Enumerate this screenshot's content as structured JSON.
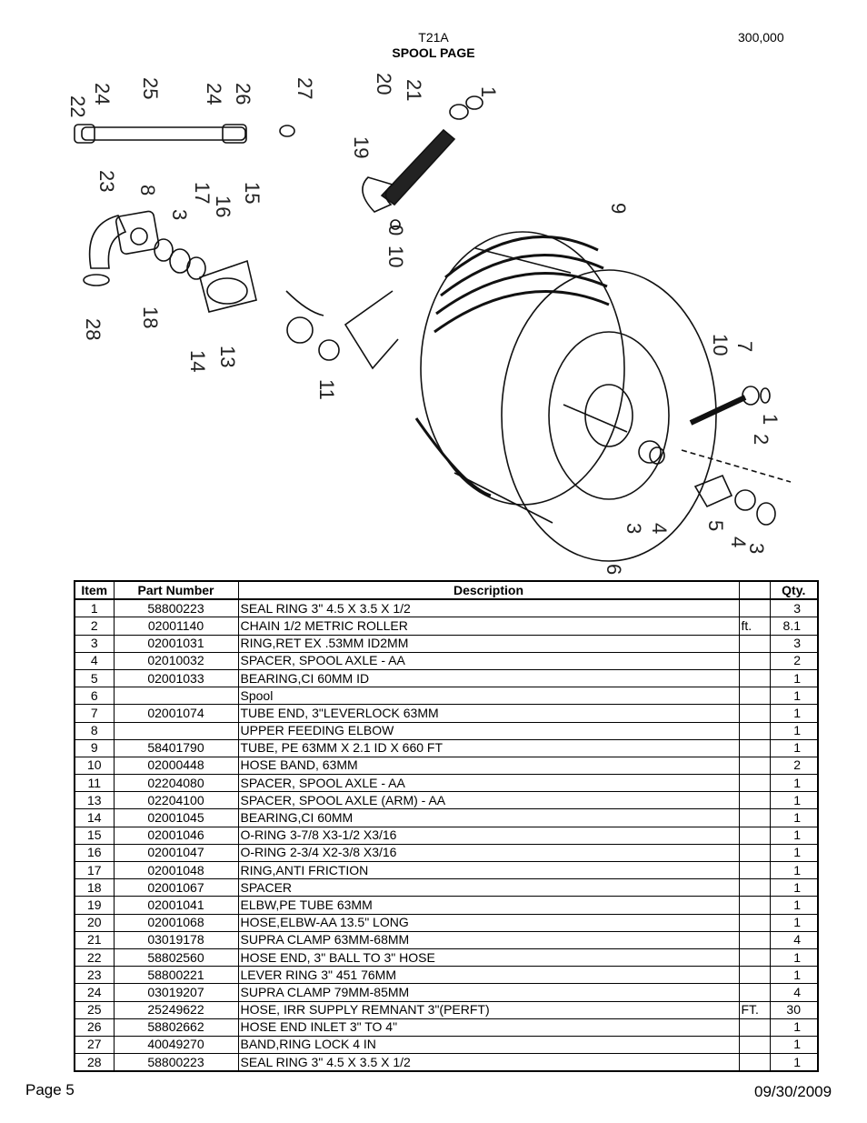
{
  "header": {
    "model": "T21A",
    "title": "SPOOL PAGE",
    "number": "300,000"
  },
  "diagram": {
    "callouts": [
      "1",
      "2",
      "3",
      "4",
      "5",
      "6",
      "7",
      "8",
      "9",
      "10",
      "11",
      "13",
      "14",
      "15",
      "16",
      "17",
      "18",
      "19",
      "20",
      "21",
      "22",
      "23",
      "24",
      "25",
      "26",
      "27",
      "28",
      "0",
      "10",
      "1",
      "2",
      "4",
      "3",
      "3",
      "4",
      "24"
    ]
  },
  "table": {
    "headers": {
      "item": "Item",
      "part": "Part Number",
      "desc": "Description",
      "unit": "",
      "qty": "Qty."
    },
    "rows": [
      {
        "item": "1",
        "part": "58800223",
        "desc": "SEAL RING 3\"  4.5 X 3.5 X 1/2",
        "unit": "",
        "qty": "3"
      },
      {
        "item": "2",
        "part": "02001140",
        "desc": "CHAIN 1/2 METRIC ROLLER",
        "unit": "ft.",
        "qty": "8.1"
      },
      {
        "item": "3",
        "part": "02001031",
        "desc": "RING,RET EX .53MM ID2MM",
        "unit": "",
        "qty": "3"
      },
      {
        "item": "4",
        "part": "02010032",
        "desc": "SPACER, SPOOL AXLE - AA",
        "unit": "",
        "qty": "2"
      },
      {
        "item": "5",
        "part": "02001033",
        "desc": "BEARING,CI 60MM ID",
        "unit": "",
        "qty": "1"
      },
      {
        "item": "6",
        "part": "",
        "desc": "Spool",
        "unit": "",
        "qty": "1"
      },
      {
        "item": "7",
        "part": "02001074",
        "desc": "TUBE END, 3\"LEVERLOCK 63MM",
        "unit": "",
        "qty": "1"
      },
      {
        "item": "8",
        "part": "",
        "desc": "UPPER FEEDING ELBOW",
        "unit": "",
        "qty": "1"
      },
      {
        "item": "9",
        "part": "58401790",
        "desc": "TUBE, PE 63MM X 2.1 ID X 660 FT",
        "unit": "",
        "qty": "1"
      },
      {
        "item": "10",
        "part": "02000448",
        "desc": "HOSE BAND, 63MM",
        "unit": "",
        "qty": "2"
      },
      {
        "item": "11",
        "part": "02204080",
        "desc": "SPACER, SPOOL AXLE - AA",
        "unit": "",
        "qty": "1"
      },
      {
        "item": "13",
        "part": "02204100",
        "desc": "SPACER, SPOOL AXLE (ARM) - AA",
        "unit": "",
        "qty": "1"
      },
      {
        "item": "14",
        "part": "02001045",
        "desc": "BEARING,CI 60MM",
        "unit": "",
        "qty": "1"
      },
      {
        "item": "15",
        "part": "02001046",
        "desc": "O-RING 3-7/8 X3-1/2 X3/16",
        "unit": "",
        "qty": "1"
      },
      {
        "item": "16",
        "part": "02001047",
        "desc": "O-RING 2-3/4 X2-3/8 X3/16",
        "unit": "",
        "qty": "1"
      },
      {
        "item": "17",
        "part": "02001048",
        "desc": "RING,ANTI FRICTION",
        "unit": "",
        "qty": "1"
      },
      {
        "item": "18",
        "part": "02001067",
        "desc": "SPACER",
        "unit": "",
        "qty": "1"
      },
      {
        "item": "19",
        "part": "02001041",
        "desc": "ELBW,PE TUBE 63MM",
        "unit": "",
        "qty": "1"
      },
      {
        "item": "20",
        "part": "02001068",
        "desc": "HOSE,ELBW-AA 13.5\" LONG",
        "unit": "",
        "qty": "1"
      },
      {
        "item": "21",
        "part": "03019178",
        "desc": "SUPRA CLAMP 63MM-68MM",
        "unit": "",
        "qty": "4"
      },
      {
        "item": "22",
        "part": "58802560",
        "desc": "HOSE END, 3\" BALL TO 3\" HOSE",
        "unit": "",
        "qty": "1"
      },
      {
        "item": "23",
        "part": "58800221",
        "desc": "LEVER RING 3\"  451  76MM",
        "unit": "",
        "qty": "1"
      },
      {
        "item": "24",
        "part": "03019207",
        "desc": "SUPRA CLAMP 79MM-85MM",
        "unit": "",
        "qty": "4"
      },
      {
        "item": "25",
        "part": "25249622",
        "desc": "HOSE, IRR SUPPLY REMNANT 3\"(PERFT)",
        "unit": "FT.",
        "qty": "30"
      },
      {
        "item": "26",
        "part": "58802662",
        "desc": "HOSE END INLET 3\" TO 4\"",
        "unit": "",
        "qty": "1"
      },
      {
        "item": "27",
        "part": "40049270",
        "desc": "BAND,RING LOCK 4 IN",
        "unit": "",
        "qty": "1"
      },
      {
        "item": "28",
        "part": "58800223",
        "desc": "SEAL RING 3\"  4.5 X 3.5 X 1/2",
        "unit": "",
        "qty": "1"
      }
    ]
  },
  "footer": {
    "page": "Page 5",
    "date": "09/30/2009"
  }
}
